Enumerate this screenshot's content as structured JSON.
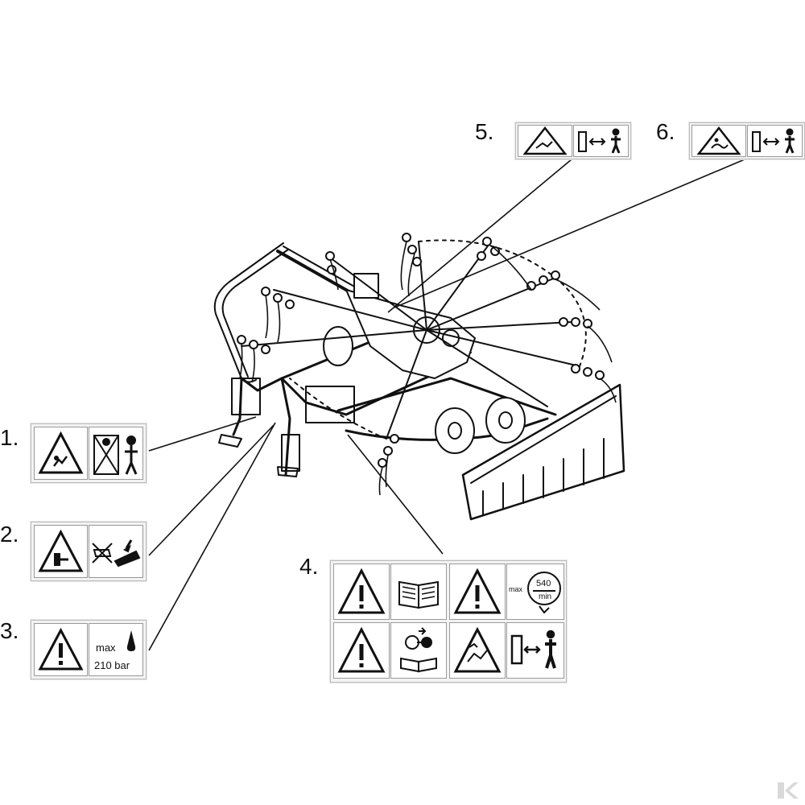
{
  "labels": {
    "item1": "1.",
    "item2": "2.",
    "item3": "3.",
    "item4": "4.",
    "item5": "5.",
    "item6": "6."
  },
  "decal3": {
    "max_label": "max",
    "pressure": "210 bar"
  },
  "decal4": {
    "pto_max_label": "max",
    "pto_speed": "540",
    "pto_unit": "min"
  },
  "icons": {
    "warning": "warning-triangle-icon",
    "manual": "open-manual-icon",
    "key": "remove-key-icon",
    "distance": "keep-distance-icon",
    "pressure": "hydraulic-pressure-icon",
    "pto": "pto-speed-icon"
  },
  "colors": {
    "line": "#111111",
    "decal_bg": "#f3f3f3",
    "panel_border": "#9a9a9a"
  }
}
